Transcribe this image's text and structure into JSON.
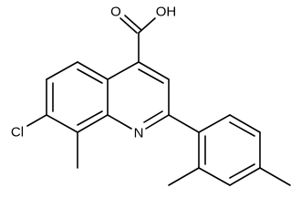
{
  "labels": {
    "carboxylic_acid": "O",
    "hydroxyl": "OH",
    "chloro": "Cl",
    "ring_nitrogen": "N"
  },
  "colors": {
    "bond": "#000000",
    "background": "#ffffff"
  }
}
